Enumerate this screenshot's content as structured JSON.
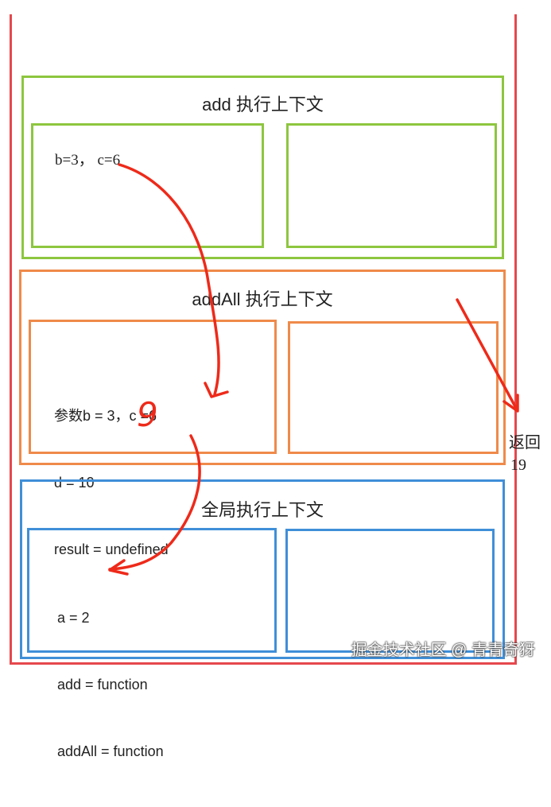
{
  "contexts": {
    "add": {
      "title": "add 执行上下文",
      "vars_line": "b=3， c=6",
      "color": "#8dc63f"
    },
    "addAll": {
      "title": "addAll 执行上下文",
      "vars": [
        "参数b = 3，c =6",
        "d = 10",
        "result = undefined"
      ],
      "color": "#ef8a4a"
    },
    "global": {
      "title": "全局执行上下文",
      "vars": [
        "a = 2",
        "add = function",
        "addAll = function"
      ],
      "color": "#3f8fd8"
    }
  },
  "annotations": {
    "handwritten_mark": "9",
    "return_label": "返回",
    "return_value": "19",
    "arrow_color": "#ee2a1a"
  },
  "stack_border_color": "#e5484d",
  "watermark": "掘金技术社区 @ 青青奇犽"
}
